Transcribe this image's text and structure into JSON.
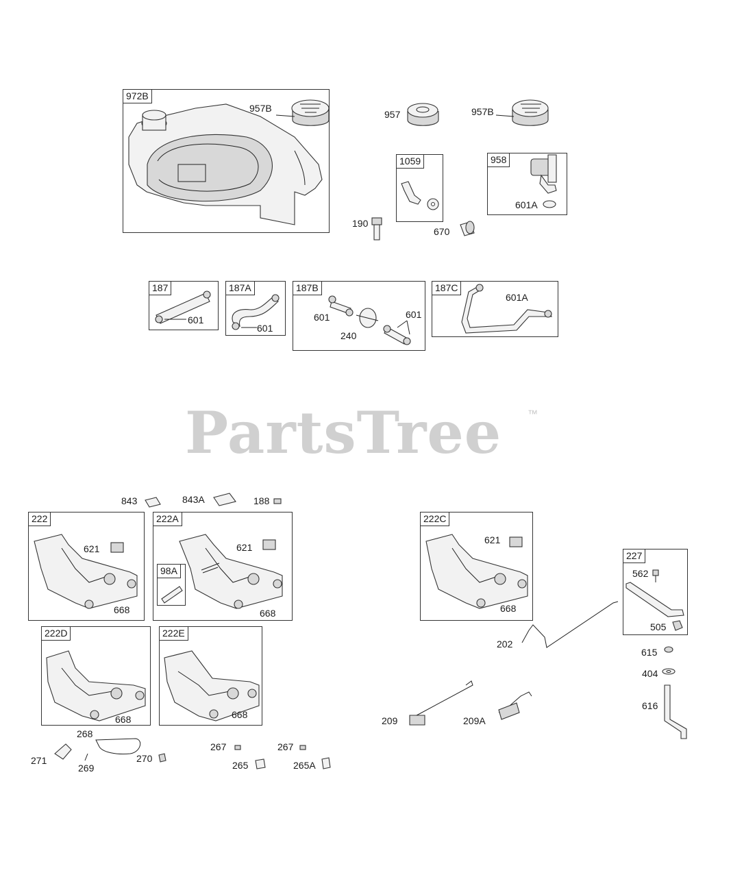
{
  "watermark": {
    "text": "PartsTree",
    "trademark": "™"
  },
  "boxes": {
    "b972B": "972B",
    "b1059": "1059",
    "b958": "958",
    "b187": "187",
    "b187A": "187A",
    "b187B": "187B",
    "b187C": "187C",
    "b222": "222",
    "b222A": "222A",
    "b98A": "98A",
    "b222C": "222C",
    "b222D": "222D",
    "b222E": "222E",
    "b227": "227"
  },
  "labels": {
    "l957B_a": "957B",
    "l957": "957",
    "l957B_b": "957B",
    "l601A_958": "601A",
    "l190": "190",
    "l670": "670",
    "l601_187": "601",
    "l601_187A": "601",
    "l601_187B_a": "601",
    "l240": "240",
    "l601_187B_b": "601",
    "l601A_187C": "601A",
    "l843": "843",
    "l843A": "843A",
    "l188": "188",
    "l621_222": "621",
    "l668_222": "668",
    "l621_222A": "621",
    "l668_222A": "668",
    "l621_222C": "621",
    "l668_222C": "668",
    "l562": "562",
    "l505": "505",
    "l202": "202",
    "l615": "615",
    "l404": "404",
    "l616": "616",
    "l668_222D": "668",
    "l668_222E": "668",
    "l209": "209",
    "l209A": "209A",
    "l268": "268",
    "l271": "271",
    "l269": "269",
    "l270": "270",
    "l267_a": "267",
    "l265": "265",
    "l267_b": "267",
    "l265A": "265A"
  }
}
